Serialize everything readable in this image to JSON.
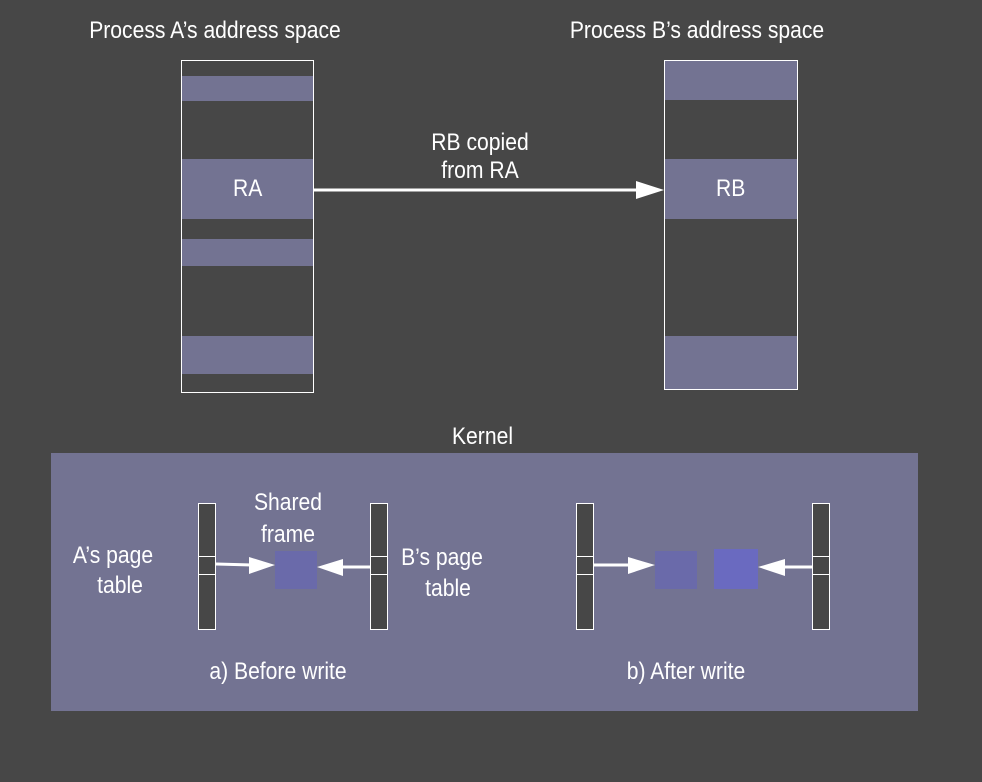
{
  "process_a": {
    "title": "Process A’s address space",
    "region_label": "RA"
  },
  "process_b": {
    "title": "Process B’s address space",
    "region_label": "RB"
  },
  "copy_arrow_label": [
    "RB copied",
    "from RA"
  ],
  "kernel": {
    "title": "Kernel",
    "before": {
      "a_table_label": [
        "A’s page",
        "table"
      ],
      "b_table_label": [
        "B’s page",
        "table"
      ],
      "shared_frame_label": [
        "Shared",
        "frame"
      ],
      "caption": "a) Before write"
    },
    "after": {
      "caption": "b) After write"
    }
  },
  "colors": {
    "background": "#474747",
    "region_fill": "#737392",
    "kernel_fill": "#737392",
    "shared_frame": "#6a6aaa",
    "a_frame_after": "#6a6aaa",
    "b_frame_after": "#6a6ac0",
    "stroke": "#ffffff"
  }
}
